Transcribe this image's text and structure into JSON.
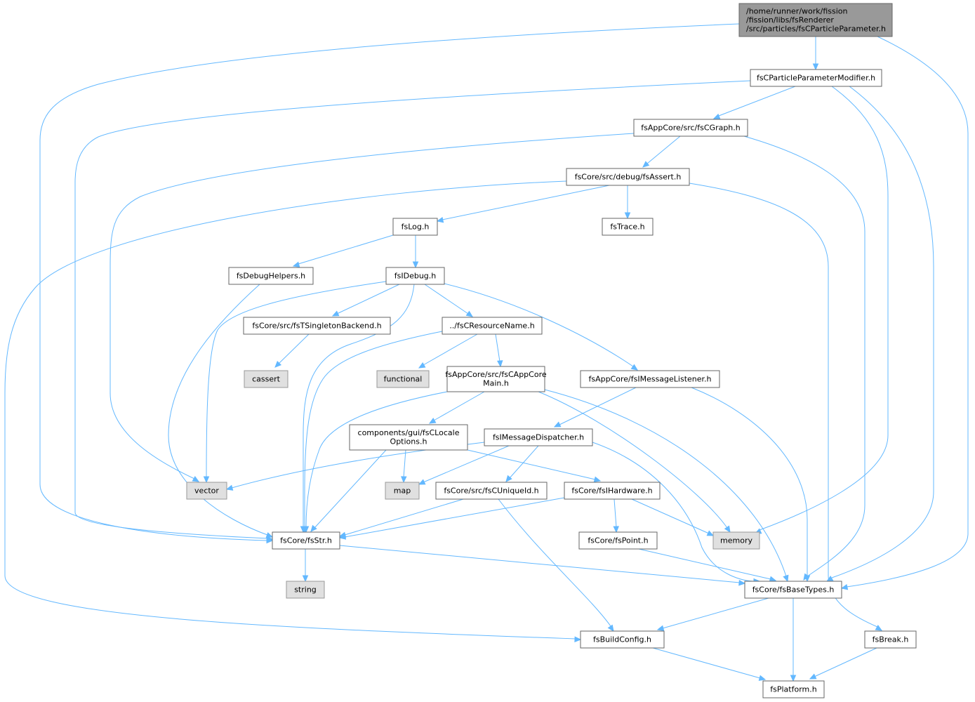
{
  "graph": {
    "colors": {
      "edge": "#63b8ff",
      "root_fill": "#999999",
      "system_fill": "#e0e0e0",
      "node_fill": "#ffffff",
      "border": "#666666"
    },
    "nodes": [
      {
        "id": "root",
        "lines": [
          "/home/runner/work/fission",
          "/fission/libs/fsRenderer",
          "/src/particles/fsCParticleParameter.h"
        ],
        "kind": "root"
      },
      {
        "id": "modifier",
        "lines": [
          "fsCParticleParameterModifier.h"
        ],
        "kind": "file"
      },
      {
        "id": "cgraph",
        "lines": [
          "fsAppCore/src/fsCGraph.h"
        ],
        "kind": "file"
      },
      {
        "id": "assert",
        "lines": [
          "fsCore/src/debug/fsAssert.h"
        ],
        "kind": "file"
      },
      {
        "id": "log",
        "lines": [
          "fsLog.h"
        ],
        "kind": "file"
      },
      {
        "id": "trace",
        "lines": [
          "fsTrace.h"
        ],
        "kind": "file"
      },
      {
        "id": "debughelpers",
        "lines": [
          "fsDebugHelpers.h"
        ],
        "kind": "file"
      },
      {
        "id": "idebug",
        "lines": [
          "fsIDebug.h"
        ],
        "kind": "file"
      },
      {
        "id": "singleton",
        "lines": [
          "fsCore/src/fsTSingletonBackend.h"
        ],
        "kind": "file"
      },
      {
        "id": "resname",
        "lines": [
          "../fsCResourceName.h"
        ],
        "kind": "file"
      },
      {
        "id": "cassert",
        "lines": [
          "cassert"
        ],
        "kind": "system"
      },
      {
        "id": "functional",
        "lines": [
          "functional"
        ],
        "kind": "system"
      },
      {
        "id": "appcoremain",
        "lines": [
          "fsAppCore/src/fsCAppCore",
          "Main.h"
        ],
        "kind": "file"
      },
      {
        "id": "msglistener",
        "lines": [
          "fsAppCore/fsIMessageListener.h"
        ],
        "kind": "file"
      },
      {
        "id": "locale",
        "lines": [
          "components/gui/fsCLocale",
          "Options.h"
        ],
        "kind": "file"
      },
      {
        "id": "msgdispatcher",
        "lines": [
          "fsIMessageDispatcher.h"
        ],
        "kind": "file"
      },
      {
        "id": "vector",
        "lines": [
          "vector"
        ],
        "kind": "system"
      },
      {
        "id": "map",
        "lines": [
          "map"
        ],
        "kind": "system"
      },
      {
        "id": "uniqueid",
        "lines": [
          "fsCore/src/fsCUniqueId.h"
        ],
        "kind": "file"
      },
      {
        "id": "ihardware",
        "lines": [
          "fsCore/fsIHardware.h"
        ],
        "kind": "file"
      },
      {
        "id": "str",
        "lines": [
          "fsCore/fsStr.h"
        ],
        "kind": "file"
      },
      {
        "id": "point",
        "lines": [
          "fsCore/fsPoint.h"
        ],
        "kind": "file"
      },
      {
        "id": "memory",
        "lines": [
          "memory"
        ],
        "kind": "system"
      },
      {
        "id": "string",
        "lines": [
          "string"
        ],
        "kind": "system"
      },
      {
        "id": "basetypes",
        "lines": [
          "fsCore/fsBaseTypes.h"
        ],
        "kind": "file"
      },
      {
        "id": "buildconfig",
        "lines": [
          "fsBuildConfig.h"
        ],
        "kind": "file"
      },
      {
        "id": "break",
        "lines": [
          "fsBreak.h"
        ],
        "kind": "file"
      },
      {
        "id": "platform",
        "lines": [
          "fsPlatform.h"
        ],
        "kind": "file"
      }
    ],
    "edges": [
      {
        "from": "root",
        "to": "modifier"
      },
      {
        "from": "root",
        "to": "str"
      },
      {
        "from": "root",
        "to": "basetypes"
      },
      {
        "from": "modifier",
        "to": "cgraph"
      },
      {
        "from": "modifier",
        "to": "str"
      },
      {
        "from": "modifier",
        "to": "memory"
      },
      {
        "from": "modifier",
        "to": "basetypes"
      },
      {
        "from": "cgraph",
        "to": "assert"
      },
      {
        "from": "cgraph",
        "to": "vector"
      },
      {
        "from": "cgraph",
        "to": "basetypes"
      },
      {
        "from": "assert",
        "to": "log"
      },
      {
        "from": "assert",
        "to": "trace"
      },
      {
        "from": "assert",
        "to": "buildconfig"
      },
      {
        "from": "assert",
        "to": "break"
      },
      {
        "from": "log",
        "to": "debughelpers"
      },
      {
        "from": "log",
        "to": "idebug"
      },
      {
        "from": "debughelpers",
        "to": "str"
      },
      {
        "from": "idebug",
        "to": "singleton"
      },
      {
        "from": "idebug",
        "to": "resname"
      },
      {
        "from": "idebug",
        "to": "msglistener"
      },
      {
        "from": "idebug",
        "to": "vector"
      },
      {
        "from": "idebug",
        "to": "str"
      },
      {
        "from": "singleton",
        "to": "cassert"
      },
      {
        "from": "resname",
        "to": "functional"
      },
      {
        "from": "resname",
        "to": "appcoremain"
      },
      {
        "from": "resname",
        "to": "str"
      },
      {
        "from": "appcoremain",
        "to": "locale"
      },
      {
        "from": "appcoremain",
        "to": "str"
      },
      {
        "from": "appcoremain",
        "to": "memory"
      },
      {
        "from": "appcoremain",
        "to": "basetypes"
      },
      {
        "from": "msglistener",
        "to": "msgdispatcher"
      },
      {
        "from": "msglistener",
        "to": "basetypes"
      },
      {
        "from": "locale",
        "to": "map"
      },
      {
        "from": "locale",
        "to": "ihardware"
      },
      {
        "from": "locale",
        "to": "str"
      },
      {
        "from": "msgdispatcher",
        "to": "vector"
      },
      {
        "from": "msgdispatcher",
        "to": "map"
      },
      {
        "from": "msgdispatcher",
        "to": "uniqueid"
      },
      {
        "from": "msgdispatcher",
        "to": "basetypes"
      },
      {
        "from": "uniqueid",
        "to": "str"
      },
      {
        "from": "uniqueid",
        "to": "buildconfig"
      },
      {
        "from": "ihardware",
        "to": "str"
      },
      {
        "from": "ihardware",
        "to": "point"
      },
      {
        "from": "ihardware",
        "to": "memory"
      },
      {
        "from": "str",
        "to": "string"
      },
      {
        "from": "str",
        "to": "basetypes"
      },
      {
        "from": "point",
        "to": "basetypes"
      },
      {
        "from": "basetypes",
        "to": "buildconfig"
      },
      {
        "from": "basetypes",
        "to": "platform"
      },
      {
        "from": "buildconfig",
        "to": "platform"
      },
      {
        "from": "break",
        "to": "platform"
      }
    ]
  }
}
